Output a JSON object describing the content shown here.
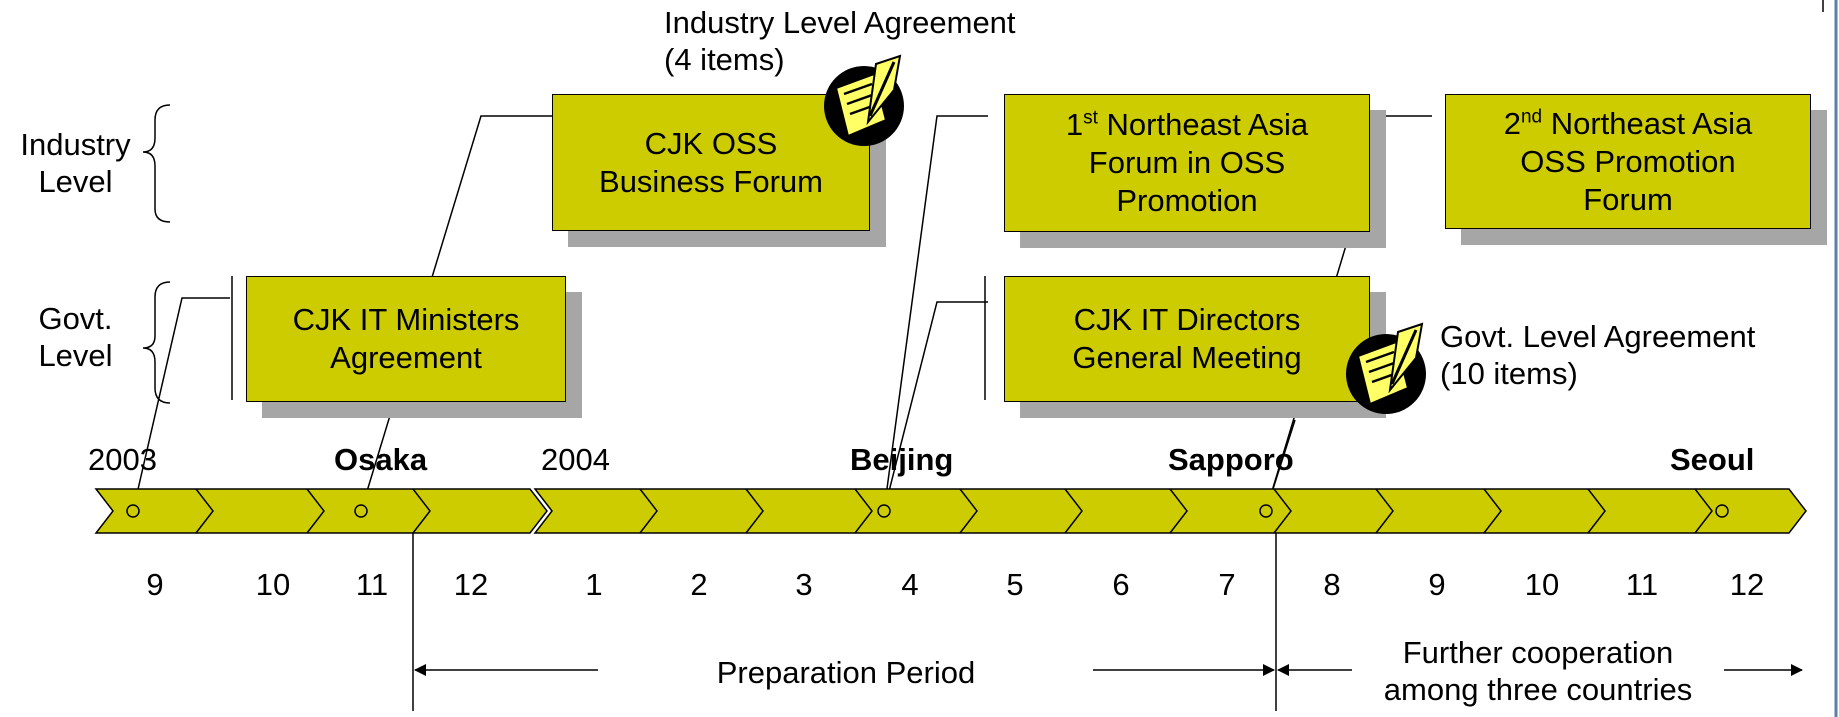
{
  "agreements": {
    "industry": {
      "title": "Industry Level Agreement",
      "count": "(4 items)"
    },
    "govt": {
      "title": "Govt. Level Agreement",
      "count": "(10 items)"
    }
  },
  "levels": {
    "industry": [
      "Industry",
      "Level"
    ],
    "govt": [
      "Govt.",
      "Level"
    ]
  },
  "boxes": {
    "cjk_oss_forum": [
      "CJK OSS",
      "Business Forum"
    ],
    "ministers": [
      "CJK IT Ministers",
      "Agreement"
    ],
    "directors": [
      "CJK IT Directors",
      "General Meeting"
    ],
    "forum1": {
      "prefix": "1",
      "sup": "st",
      "rest": " Northeast Asia",
      "line2": "Forum in OSS",
      "line3": "Promotion"
    },
    "forum2": {
      "prefix": "2",
      "sup": "nd",
      "rest": " Northeast Asia",
      "line2": "OSS Promotion",
      "line3": "Forum"
    }
  },
  "years": [
    "2003",
    "2004"
  ],
  "cities": [
    "Osaka",
    "Beijing",
    "Sapporo",
    "Seoul"
  ],
  "months": [
    "9",
    "10",
    "11",
    "12",
    "1",
    "2",
    "3",
    "4",
    "5",
    "6",
    "7",
    "8",
    "9",
    "10",
    "11",
    "12"
  ],
  "periods": {
    "preparation": "Preparation Period",
    "further": [
      "Further cooperation",
      "among three countries"
    ]
  },
  "colors": {
    "fill": "#cccc00",
    "shadow": "#a6a6a6"
  }
}
